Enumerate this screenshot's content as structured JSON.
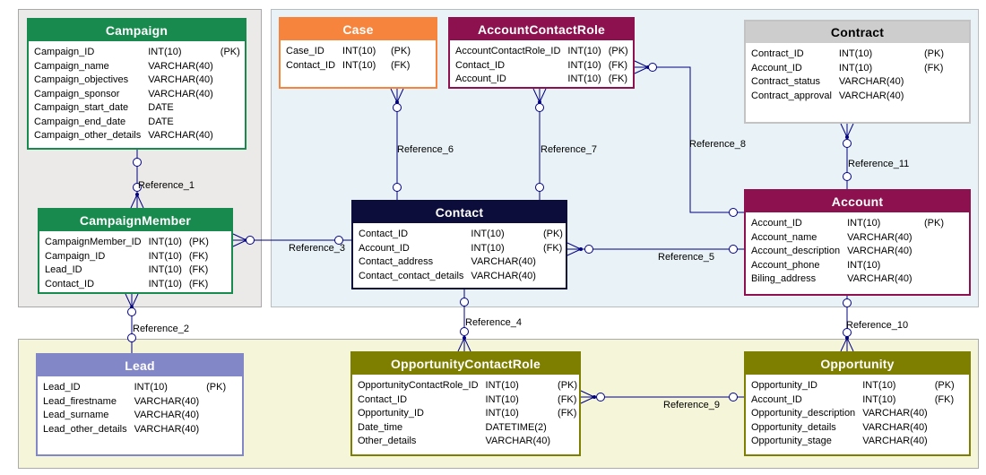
{
  "diagram": {
    "connector_color": "#000080",
    "panels": [
      {
        "id": "campaign-group",
        "bg": "#eceae8",
        "border": "#a8a8a8"
      },
      {
        "id": "contact-group",
        "bg": "#e8f2f7",
        "border": "#b8bcbe"
      },
      {
        "id": "opportunity-group",
        "bg": "#f5f5da",
        "border": "#ababab"
      }
    ],
    "tables": {
      "campaign": {
        "title": "Campaign",
        "header_bg": "#188a4e",
        "header_fg": "#ffffff",
        "border": "#188a4e",
        "fields": [
          {
            "name": "Campaign_ID",
            "type": "INT(10)",
            "key": "(PK)"
          },
          {
            "name": "Campaign_name",
            "type": "VARCHAR(40)",
            "key": ""
          },
          {
            "name": "Campaign_objectives",
            "type": "VARCHAR(40)",
            "key": ""
          },
          {
            "name": "Campaign_sponsor",
            "type": "VARCHAR(40)",
            "key": ""
          },
          {
            "name": "Campaign_start_date",
            "type": "DATE",
            "key": ""
          },
          {
            "name": "Campaign_end_date",
            "type": "DATE",
            "key": ""
          },
          {
            "name": "Campaign_other_details",
            "type": "VARCHAR(40)",
            "key": ""
          }
        ]
      },
      "case": {
        "title": "Case",
        "header_bg": "#f6843c",
        "header_fg": "#ffffff",
        "border": "#f6843c",
        "fields": [
          {
            "name": "Case_ID",
            "type": "INT(10)",
            "key": "(PK)"
          },
          {
            "name": "Contact_ID",
            "type": "INT(10)",
            "key": "(FK)"
          }
        ]
      },
      "accountcontactrole": {
        "title": "AccountContactRole",
        "header_bg": "#8d114f",
        "header_fg": "#ffffff",
        "border": "#8d114f",
        "fields": [
          {
            "name": "AccountContactRole_ID",
            "type": "INT(10)",
            "key": "(PK)"
          },
          {
            "name": "Contact_ID",
            "type": "INT(10)",
            "key": "(FK)"
          },
          {
            "name": "Account_ID",
            "type": "INT(10)",
            "key": "(FK)"
          }
        ]
      },
      "contract": {
        "title": "Contract",
        "header_bg": "#cdcdcd",
        "header_fg": "#000000",
        "border": "#c3c3c3",
        "fields": [
          {
            "name": "Contract_ID",
            "type": "INT(10)",
            "key": "(PK)"
          },
          {
            "name": "Account_ID",
            "type": "INT(10)",
            "key": "(FK)"
          },
          {
            "name": "Contract_status",
            "type": "VARCHAR(40)",
            "key": ""
          },
          {
            "name": "Contract_approval",
            "type": "VARCHAR(40)",
            "key": ""
          }
        ]
      },
      "contact": {
        "title": "Contact",
        "header_bg": "#0d0d3c",
        "header_fg": "#ffffff",
        "border": "#0d0d3c",
        "fields": [
          {
            "name": "Contact_ID",
            "type": "INT(10)",
            "key": "(PK)"
          },
          {
            "name": "Account_ID",
            "type": "INT(10)",
            "key": "(FK)"
          },
          {
            "name": "Contact_address",
            "type": "VARCHAR(40)",
            "key": ""
          },
          {
            "name": "Contact_contact_details",
            "type": "VARCHAR(40)",
            "key": ""
          }
        ]
      },
      "account": {
        "title": "Account",
        "header_bg": "#8d114f",
        "header_fg": "#ffffff",
        "border": "#8d114f",
        "fields": [
          {
            "name": "Account_ID",
            "type": "INT(10)",
            "key": "(PK)"
          },
          {
            "name": "Account_name",
            "type": "VARCHAR(40)",
            "key": ""
          },
          {
            "name": "Account_description",
            "type": "VARCHAR(40)",
            "key": ""
          },
          {
            "name": "Account_phone",
            "type": "INT(10)",
            "key": ""
          },
          {
            "name": "Biling_address",
            "type": "VARCHAR(40)",
            "key": ""
          }
        ]
      },
      "campaignmember": {
        "title": "CampaignMember",
        "header_bg": "#188a4e",
        "header_fg": "#ffffff",
        "border": "#188a4e",
        "fields": [
          {
            "name": "CampaignMember_ID",
            "type": "INT(10)",
            "key": "(PK)"
          },
          {
            "name": "Campaign_ID",
            "type": "INT(10)",
            "key": "(FK)"
          },
          {
            "name": "Lead_ID",
            "type": "INT(10)",
            "key": "(FK)"
          },
          {
            "name": "Contact_ID",
            "type": "INT(10)",
            "key": "(FK)"
          }
        ]
      },
      "lead": {
        "title": "Lead",
        "header_bg": "#8287c7",
        "header_fg": "#ffffff",
        "border": "#8287c7",
        "fields": [
          {
            "name": "Lead_ID",
            "type": "INT(10)",
            "key": "(PK)"
          },
          {
            "name": "Lead_firestname",
            "type": "VARCHAR(40)",
            "key": ""
          },
          {
            "name": "Lead_surname",
            "type": "VARCHAR(40)",
            "key": ""
          },
          {
            "name": "Lead_other_details",
            "type": "VARCHAR(40)",
            "key": ""
          }
        ]
      },
      "opportunitycontactrole": {
        "title": "OpportunityContactRole",
        "header_bg": "#7e7e00",
        "header_fg": "#ffffff",
        "border": "#7e7e00",
        "fields": [
          {
            "name": "OpportunityContactRole_ID",
            "type": "INT(10)",
            "key": "(PK)"
          },
          {
            "name": "Contact_ID",
            "type": "INT(10)",
            "key": "(FK)"
          },
          {
            "name": "Opportunity_ID",
            "type": "INT(10)",
            "key": "(FK)"
          },
          {
            "name": "Date_time",
            "type": "DATETIME(2)",
            "key": ""
          },
          {
            "name": "Other_details",
            "type": "VARCHAR(40)",
            "key": ""
          }
        ]
      },
      "opportunity": {
        "title": "Opportunity",
        "header_bg": "#7e7e00",
        "header_fg": "#ffffff",
        "border": "#7e7e00",
        "fields": [
          {
            "name": "Opportunity_ID",
            "type": "INT(10)",
            "key": "(PK)"
          },
          {
            "name": "Account_ID",
            "type": "INT(10)",
            "key": "(FK)"
          },
          {
            "name": "Opportunity_description",
            "type": "VARCHAR(40)",
            "key": ""
          },
          {
            "name": "Opportunity_details",
            "type": "VARCHAR(40)",
            "key": ""
          },
          {
            "name": "Opportunity_stage",
            "type": "VARCHAR(40)",
            "key": ""
          }
        ]
      }
    },
    "relationships": [
      {
        "label": "Reference_1",
        "one_end": "Campaign",
        "many_end": "CampaignMember"
      },
      {
        "label": "Reference_2",
        "one_end": "Lead",
        "many_end": "CampaignMember"
      },
      {
        "label": "Reference_3",
        "one_end": "Contact",
        "many_end": "CampaignMember"
      },
      {
        "label": "Reference_4",
        "one_end": "Contact",
        "many_end": "OpportunityContactRole"
      },
      {
        "label": "Reference_5",
        "one_end": "Account",
        "many_end": "Contact"
      },
      {
        "label": "Reference_6",
        "one_end": "Contact",
        "many_end": "Case"
      },
      {
        "label": "Reference_7",
        "one_end": "Contact",
        "many_end": "AccountContactRole"
      },
      {
        "label": "Reference_8",
        "one_end": "Account",
        "many_end": "AccountContactRole"
      },
      {
        "label": "Reference_9",
        "one_end": "Opportunity",
        "many_end": "OpportunityContactRole"
      },
      {
        "label": "Reference_10",
        "one_end": "Account",
        "many_end": "Opportunity"
      },
      {
        "label": "Reference_11",
        "one_end": "Account",
        "many_end": "Contract"
      }
    ]
  }
}
